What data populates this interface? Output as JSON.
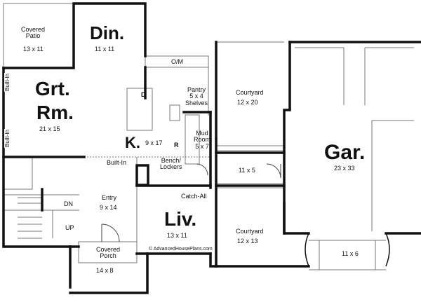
{
  "labels": {
    "covered_patio": "Covered\nPatio",
    "covered_patio_dim": "13 x 11",
    "din": "Din.",
    "din_dim": "11 x 11",
    "om": "O/M",
    "grt_rm_1": "Grt.",
    "grt_rm_2": "Rm.",
    "grt_rm_dim": "21 x 15",
    "built_in_top": "Built-In",
    "built_in_bottom": "Built-In",
    "pantry": "Pantry\n5 x 4\nShelves",
    "courtyard_top": "Courtyard",
    "courtyard_top_dim": "12 x 20",
    "gar": "Gar.",
    "gar_dim": "23 x 33",
    "d": "D",
    "k": "K.",
    "k_dim": "9 x 17",
    "r": "R",
    "mud_room": "Mud\nRoom\n5 x 7",
    "built_in_mid": "Built-In",
    "bench_lockers": "Bench/\nLockers",
    "mid_dim": "11 x 5",
    "entry": "Entry",
    "entry_dim": "9 x 14",
    "dn": "DN",
    "up": "UP",
    "catch_all": "Catch-All",
    "liv": "Liv.",
    "liv_dim": "13 x 11",
    "courtyard_bottom": "Courtyard",
    "courtyard_bottom_dim": "12 x 13",
    "bay_dim": "11 x 6",
    "covered_porch": "Covered\nPorch",
    "covered_porch_dim": "14 x 8",
    "copyright": "© AdvancedHousePlans.com"
  },
  "colors": {
    "wall": "#111111",
    "line": "#666666",
    "light": "#aaaaaa"
  }
}
